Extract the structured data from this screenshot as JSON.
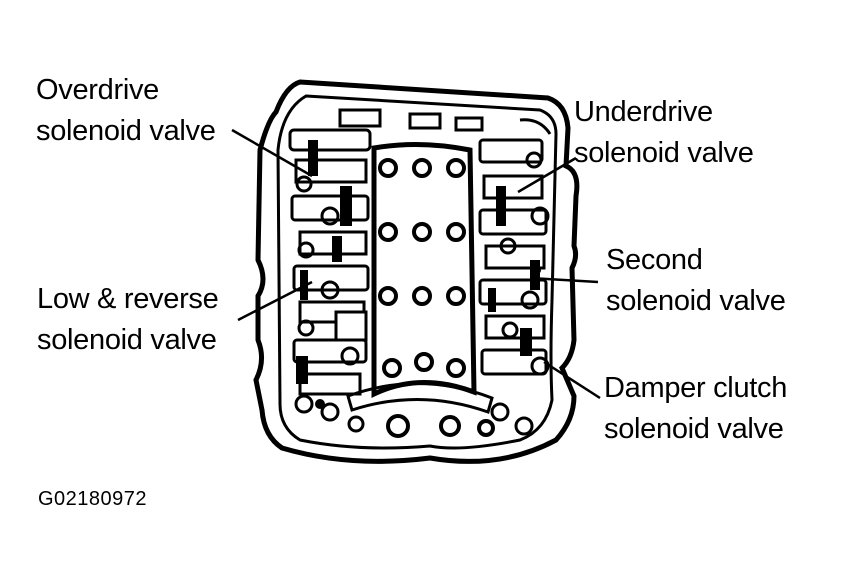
{
  "labels": {
    "overdrive": [
      "Overdrive",
      "solenoid valve"
    ],
    "underdrive": [
      "Underdrive",
      "solenoid valve"
    ],
    "low_reverse": [
      "Low & reverse",
      "solenoid valve"
    ],
    "second": [
      "Second",
      "solenoid valve"
    ],
    "damper_clutch": [
      "Damper clutch",
      "solenoid valve"
    ]
  },
  "figure_id": "G02180972",
  "colors": {
    "ink": "#000000",
    "paper": "#ffffff"
  }
}
